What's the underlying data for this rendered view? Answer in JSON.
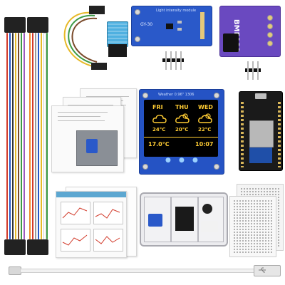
{
  "product": {
    "light_sensor_label": "Light intensity module",
    "light_sensor_model": "GY-30",
    "pressure_sensor_model": "BMP180",
    "oled_header": "Weather 0.96\" 1306"
  },
  "oled": {
    "days": [
      "FRI",
      "THU",
      "WED"
    ],
    "temps": [
      "24°C",
      "20°C",
      "22°C"
    ],
    "bottom_left": "17.0°C",
    "bottom_right": "10:07"
  },
  "breadboard_box_label": "",
  "colors": {
    "pcb_blue": "#2a59c9",
    "pcb_black": "#1a1a1a",
    "sensor_blue": "#3fa7d6",
    "oled_text": "#ffcc33"
  }
}
